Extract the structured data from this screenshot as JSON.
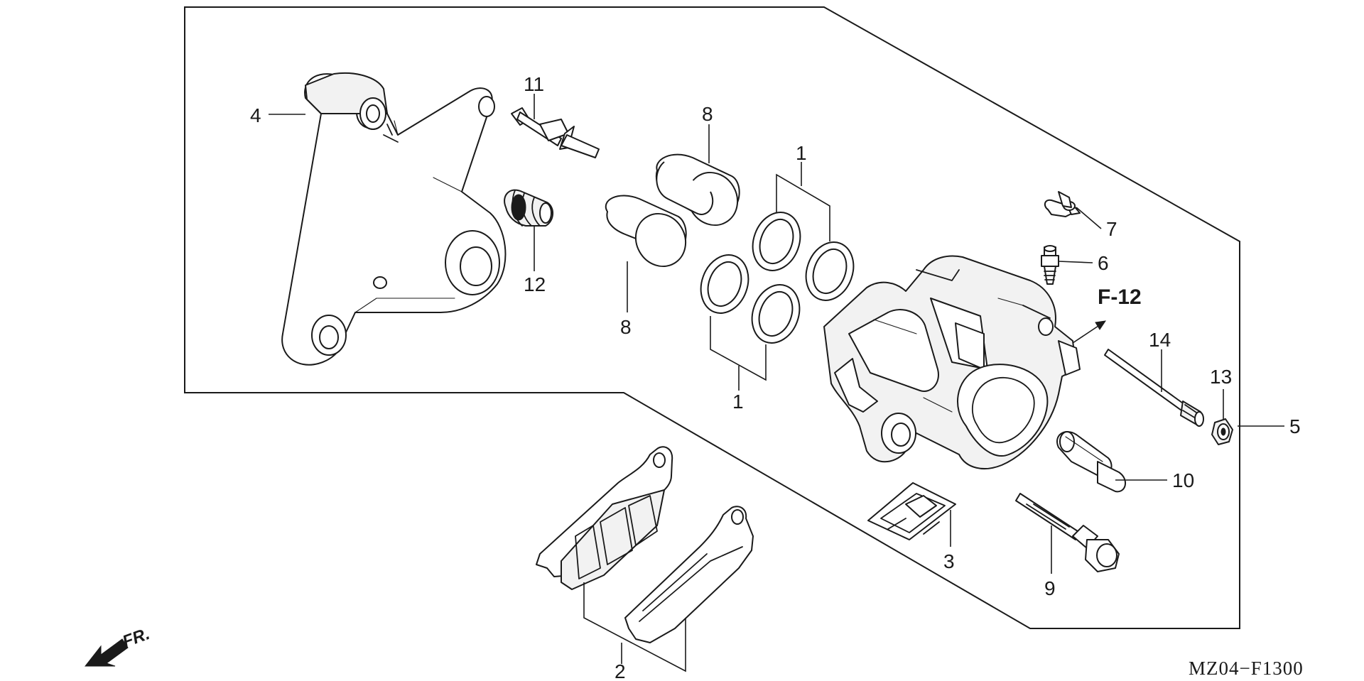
{
  "callouts": {
    "c1_top": "1",
    "c1_bottom": "1",
    "c2": "2",
    "c3": "3",
    "c4": "4",
    "c5": "5",
    "c6": "6",
    "c7": "7",
    "c8_top": "8",
    "c8_bottom": "8",
    "c9": "9",
    "c10": "10",
    "c11": "11",
    "c12": "12",
    "c13": "13",
    "c14": "14"
  },
  "reference": "F-12",
  "direction_label": "FR.",
  "drawing_code": "MZ04−F1300"
}
